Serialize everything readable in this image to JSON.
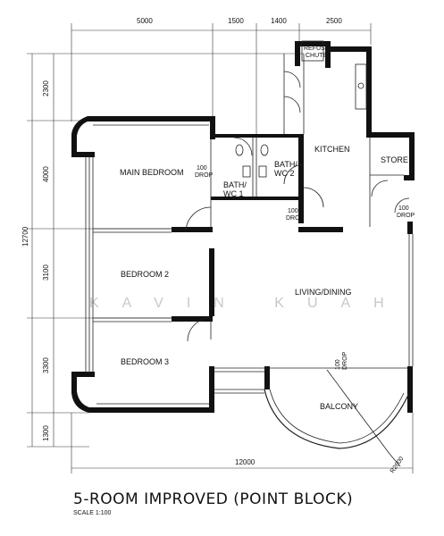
{
  "title": "5-ROOM IMPROVED (POINT BLOCK)",
  "scale": "SCALE 1:100",
  "watermark": "KAVIN KUAH",
  "rooms": {
    "main_bedroom": "MAIN BEDROOM",
    "bedroom2": "BEDROOM 2",
    "bedroom3": "BEDROOM 3",
    "kitchen": "KITCHEN",
    "store": "STORE",
    "living": "LIVING/DINING",
    "balcony": "BALCONY",
    "bath1_a": "BATH/",
    "bath1_b": "WC 1",
    "bath2_a": "BATH/",
    "bath2_b": "WC 2",
    "refuse_a": "REFUSE",
    "refuse_b": "CHUTE"
  },
  "drops": {
    "num": "100",
    "word": "DROP"
  },
  "top_dims": [
    "5000",
    "1500",
    "1400",
    "2500"
  ],
  "left_dims": [
    "2300",
    "4000",
    "3100",
    "3300",
    "1300"
  ],
  "total_left": "12700",
  "total_bottom": "12000",
  "radius": "R2600"
}
